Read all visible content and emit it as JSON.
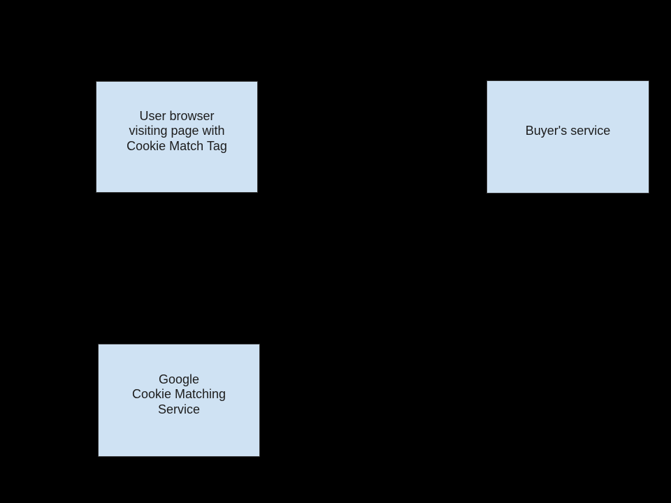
{
  "diagram": {
    "background_color": "#000000",
    "node_fill_color": "#cfe2f3",
    "node_border_color": "#333333",
    "node_text_color": "#1c1c1c",
    "nodes": [
      {
        "id": "user-browser",
        "label": "User browser\nvisiting page with\nCookie Match Tag"
      },
      {
        "id": "buyers-service",
        "label": "Buyer's service"
      },
      {
        "id": "google-cookie-matching-service",
        "label": "Google\nCookie Matching\nService"
      }
    ]
  }
}
